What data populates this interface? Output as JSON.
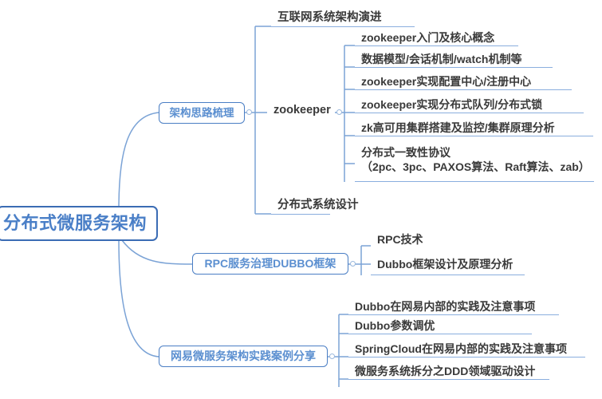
{
  "diagram": {
    "type": "mindmap",
    "root": {
      "label": "分布式微服务架构"
    },
    "branches": [
      {
        "label": "架构思路梳理",
        "children": [
          {
            "label": "互联网系统架构演进"
          },
          {
            "label": "zookeeper",
            "children": [
              {
                "label": "zookeeper入门及核心概念"
              },
              {
                "label": "数据模型/会话机制/watch机制等"
              },
              {
                "label": "zookeeper实现配置中心/注册中心"
              },
              {
                "label": "zookeeper实现分布式队列/分布式锁"
              },
              {
                "label": "zk高可用集群搭建及监控/集群原理分析"
              },
              {
                "label_line1": "分布式一致性协议",
                "label_line2": "（2pc、3pc、PAXOS算法、Raft算法、zab）"
              }
            ]
          },
          {
            "label": "分布式系统设计"
          }
        ]
      },
      {
        "label": "RPC服务治理DUBBO框架",
        "children": [
          {
            "label": "RPC技术"
          },
          {
            "label": "Dubbo框架设计及原理分析"
          }
        ]
      },
      {
        "label": "网易微服务架构实践案例分享",
        "children": [
          {
            "label": "Dubbo在网易内部的实践及注意事项"
          },
          {
            "label": "Dubbo参数调优"
          },
          {
            "label": "SpringCloud在网易内部的实践及注意事项"
          },
          {
            "label": "微服务系统拆分之DDD领域驱动设计"
          }
        ]
      }
    ],
    "colors": {
      "root_border": "#3b6cb4",
      "root_text": "#4a7fc7",
      "branch_border": "#4a7ec4",
      "branch_text": "#5b8fd0",
      "leaf_text": "#3a3a3a",
      "connector": "#7ba3d6",
      "underline": "#8aaede"
    }
  }
}
